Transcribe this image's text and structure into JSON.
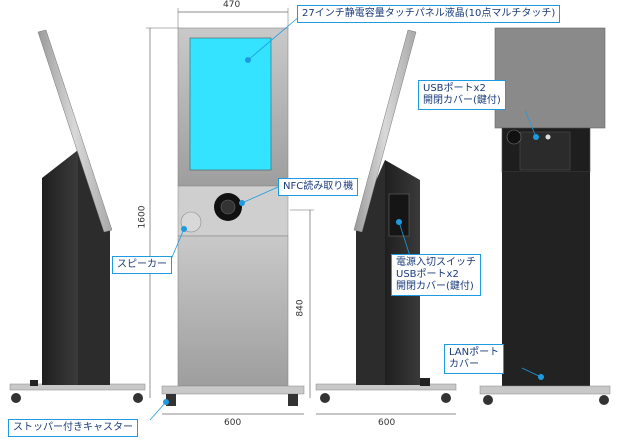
{
  "dimensions": {
    "top_width": "470",
    "height_total": "1600",
    "height_lower": "840",
    "base_front": "600",
    "base_side": "600"
  },
  "callouts": {
    "touch_panel": "27インチ静電容量タッチパネル液晶(10点マルチタッチ)",
    "nfc": "NFC読み取り機",
    "speaker": "スピーカー",
    "casters": "ストッパー付きキャスター",
    "power_switch": [
      "電源入切スイッチ",
      "USBポートx2",
      "開閉カバー(鍵付)"
    ],
    "usb_back": [
      "USBポートx2",
      "開閉カバー(鍵付)"
    ],
    "lan": [
      "LANポート",
      "カバー"
    ]
  },
  "colors": {
    "accent": "#1e9be0",
    "screen": "#33e3ff",
    "body_dark": "#2a2a2a",
    "body_silver": "#b4b4b4"
  }
}
